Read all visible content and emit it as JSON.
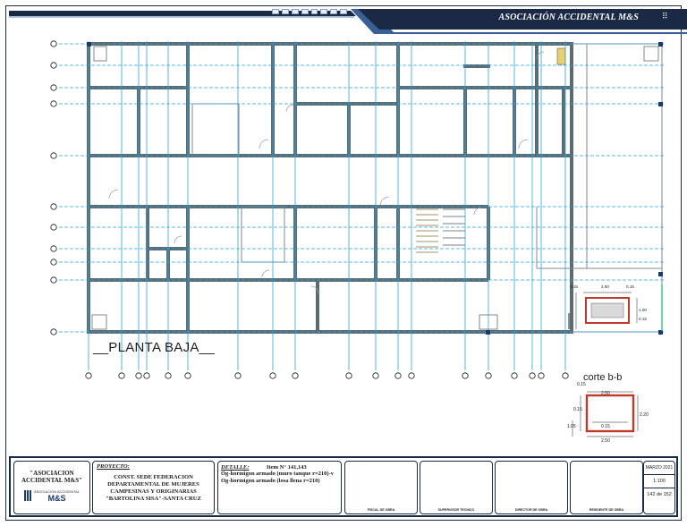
{
  "header": {
    "title": "ASOCIACIÓN ACCIDENTAL M&S",
    "dots_count": 8,
    "menu_glyph": "⠿"
  },
  "drawing": {
    "plan_label": "__PLANTA BAJA__",
    "section_label": "corte b-b",
    "dim_small": [
      "0.15",
      "2.50",
      "0.15",
      "1.00",
      "0.15"
    ],
    "dim_section": [
      "2.50",
      "2.20",
      "2.50",
      "0.15",
      "0.15",
      "1.05",
      "0.15"
    ]
  },
  "title_block": {
    "association": "\"ASOCIACION ACCIDENTAL M&S\"",
    "logo_small": "ASOCIACION ACCIDENTAL",
    "logo_brand": "M&S",
    "project_label": "PROYECTO:",
    "project_body": "CONST. SEDE FEDERACION DEPARTAMENTAL DE MUJERES CAMPESINAS Y ORIGINARIAS \"BARTOLINA SISA\"-SANTA CRUZ",
    "detail_label": "DETALLE:",
    "detail_item": "Item N° 141,143",
    "detail_line1": "Og-hormigon armado (muro tanque r=210)-v",
    "detail_line2": "Og-hormigon armado (losa llena r=210)",
    "sig1": "FISCAL DE OBRA",
    "sig2": "SUPERVISOR TECNICO",
    "sig3": "DIRECTOR DE OBRA",
    "sig4": "RESIDENTE DE OBRA",
    "meta_top": "MARZO 2021",
    "meta_scale": "1:100",
    "meta_sheet": "142 de 152"
  }
}
